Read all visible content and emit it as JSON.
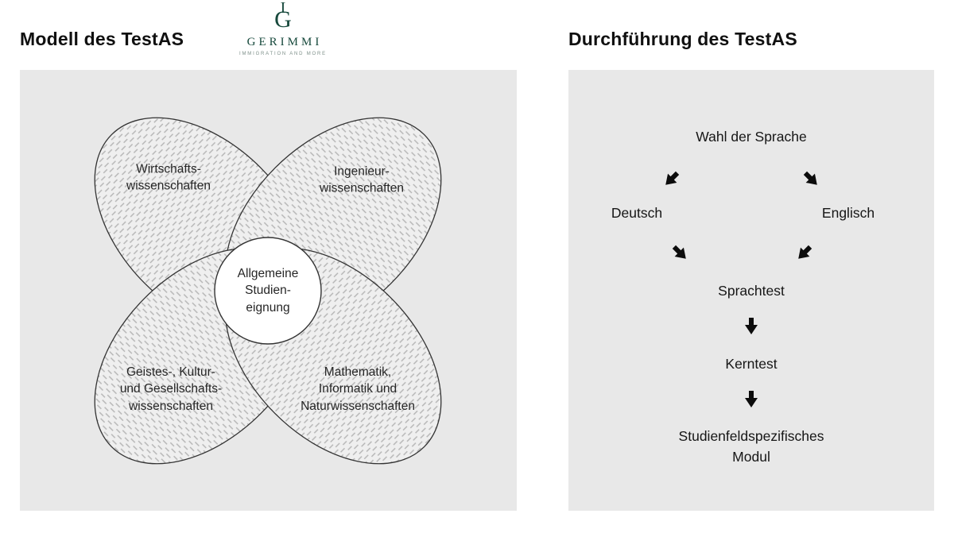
{
  "left": {
    "title": "Modell des TestAS",
    "logo": {
      "monogram_i": "I",
      "monogram_g": "G",
      "name": "GERIMMI",
      "tagline": "IMMIGRATION AND MORE"
    },
    "venn": {
      "top_left": "Wirtschafts-\nwissenschaften",
      "top_right": "Ingenieur-\nwissenschaften",
      "center": "Allgemeine\nStudien-\neignung",
      "bottom_left": "Geistes-, Kultur-\nund Gesellschafts-\nwissenschaften",
      "bottom_right": "Mathematik,\nInformatik und\nNaturwissenschaften"
    }
  },
  "right": {
    "title": "Durchführung des TestAS",
    "flow": {
      "start": "Wahl der Sprache",
      "option_left": "Deutsch",
      "option_right": "Englisch",
      "language_test": "Sprachtest",
      "core_test": "Kerntest",
      "module": "Studienfeldspezifisches\nModul"
    }
  },
  "icons": {
    "arrow_sw": "⬋",
    "arrow_se": "⬊",
    "arrow_down": "⬇"
  },
  "colors": {
    "panel_bg": "#e8e8e8",
    "logo_green": "#17493c",
    "text": "#1d1d1d"
  }
}
